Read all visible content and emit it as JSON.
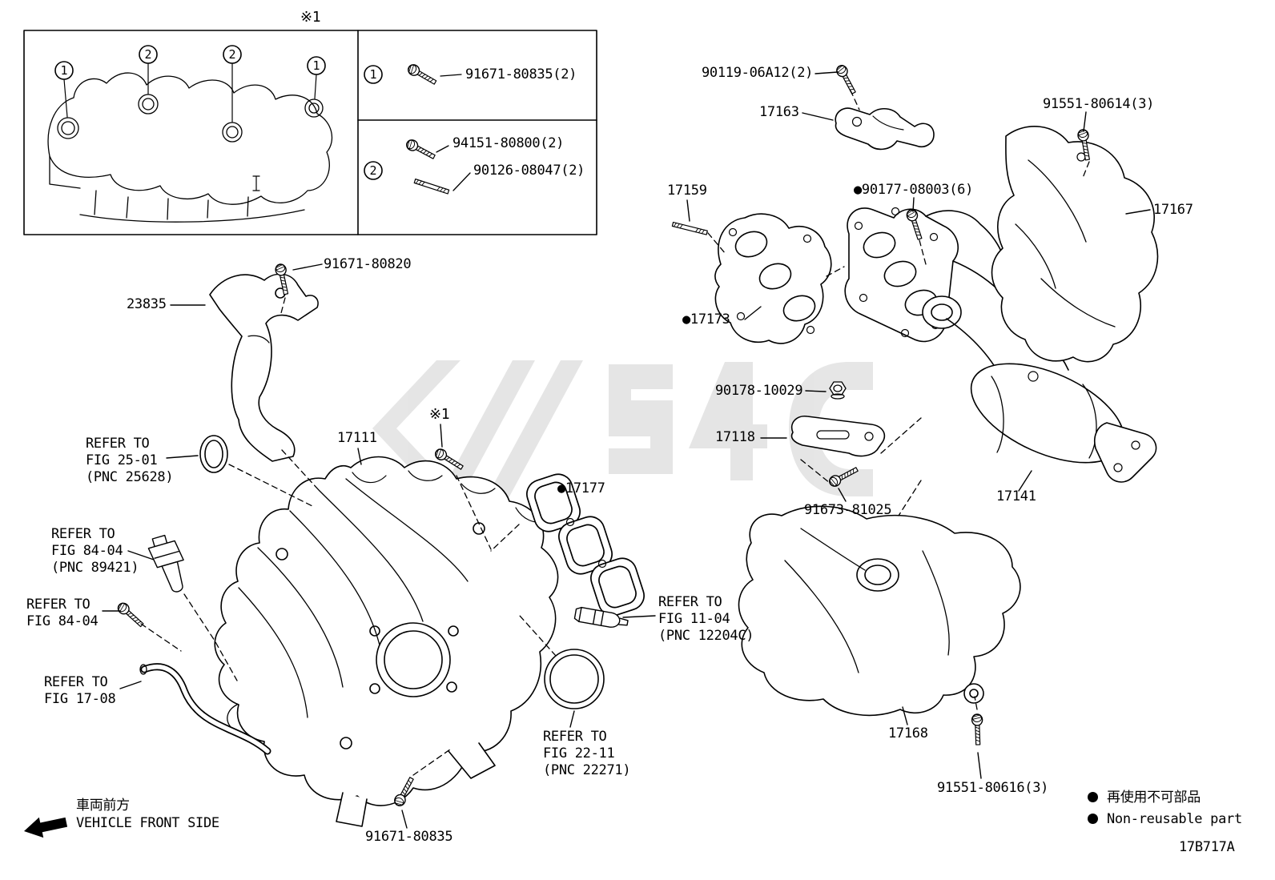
{
  "inset": {
    "note": "※1",
    "callouts": {
      "c1": "1",
      "c2": "2",
      "c3": "2",
      "c4": "1"
    },
    "rows": [
      {
        "num": "1",
        "parts": [
          "91671-80835(2)"
        ]
      },
      {
        "num": "2",
        "parts": [
          "94151-80800(2)",
          "90126-08047(2)"
        ]
      }
    ]
  },
  "labels": {
    "bolt_91671_80820": "91671-80820",
    "bracket_23835": "23835",
    "manifold_17111": "17111",
    "note_main": "※1",
    "gasket_17177": "●17177",
    "bolt_90119": "90119-06A12(2)",
    "bracket_17163": "17163",
    "bolt_91551_80614": "91551-80614(3)",
    "stud_17159": "17159",
    "bolt_90177": "●90177-08003(6)",
    "shield_17167": "17167",
    "gasket_17173": "●17173",
    "nut_90178": "90178-10029",
    "bracket_17118": "17118",
    "bolt_91673": "91673-81025",
    "manifold_17141": "17141",
    "shield_17168": "17168",
    "bolt_91551_80616": "91551-80616(3)",
    "bolt_91671_80835": "91671-80835"
  },
  "refs": {
    "fig_25_01": "REFER TO\nFIG 25-01\n(PNC 25628)",
    "fig_84_04a": "REFER TO\nFIG 84-04\n(PNC 89421)",
    "fig_84_04b": "REFER TO\nFIG 84-04",
    "fig_17_08": "REFER TO\nFIG 17-08",
    "fig_11_04": "REFER TO\nFIG 11-04\n(PNC 12204C)",
    "fig_22_11": "REFER TO\nFIG 22-11\n(PNC 22271)"
  },
  "footer": {
    "front_jp": "車両前方",
    "front_en": "VEHICLE FRONT SIDE",
    "legend_jp": "再使用不可部品",
    "legend_en": "Non-reusable part",
    "code": "17B717A"
  }
}
